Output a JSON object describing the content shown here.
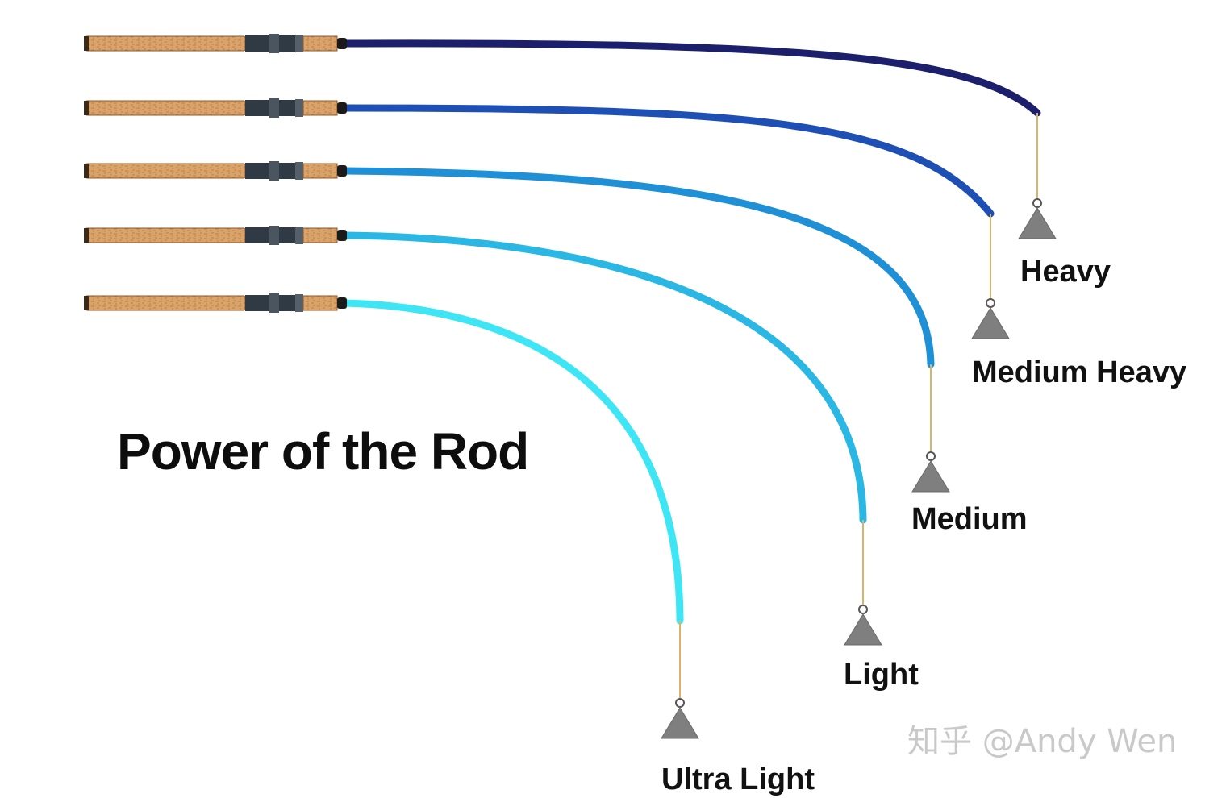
{
  "title": "Power of the Rod",
  "watermark": "知乎 @Andy Wen",
  "rods": [
    {
      "label": "Ultra Light",
      "color": "#3ee6f5"
    },
    {
      "label": "Light",
      "color": "#2ab7e3"
    },
    {
      "label": "Medium",
      "color": "#1f8fd6"
    },
    {
      "label": "Medium Heavy",
      "color": "#1e4fb4"
    },
    {
      "label": "Heavy",
      "color": "#1c1f6b"
    }
  ],
  "colors": {
    "cork": "#d9a36a",
    "cork_dark": "#b9824c",
    "reel_seat": "#2f3a45",
    "line": "#d9b36a",
    "sinker": "#7f7f7f"
  }
}
